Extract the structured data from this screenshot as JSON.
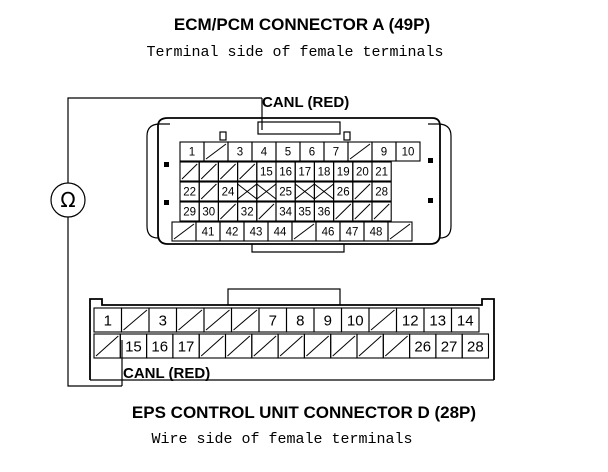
{
  "connector_a": {
    "title": "ECM/PCM CONNECTOR A (49P)",
    "subtitle": "Terminal side of female terminals",
    "wire_label": "CANL (RED)",
    "rows": [
      [
        "1",
        "/",
        "3",
        "4",
        "5",
        "6",
        "7",
        "/",
        "9",
        "10"
      ],
      [
        "/",
        "/",
        "/",
        "/",
        "15",
        "16",
        "17",
        "18",
        "19",
        "20",
        "21"
      ],
      [
        "22",
        "/",
        "24",
        "X",
        "X",
        "25",
        "X",
        "X",
        "26",
        "/",
        "28"
      ],
      [
        "29",
        "30",
        "/",
        "32",
        "/",
        "34",
        "35",
        "36",
        "/",
        "/",
        "/"
      ],
      [
        "/",
        "41",
        "42",
        "43",
        "44",
        "/",
        "46",
        "47",
        "48",
        "/"
      ]
    ]
  },
  "connector_d": {
    "title": "EPS CONTROL UNIT CONNECTOR D (28P)",
    "subtitle": "Wire side of female terminals",
    "wire_label": "CANL (RED)",
    "rows": [
      [
        "1",
        "/",
        "3",
        "/",
        "/",
        "/",
        "7",
        "8",
        "9",
        "10",
        "/",
        "12",
        "13",
        "14"
      ],
      [
        "/",
        "15",
        "16",
        "17",
        "/",
        "/",
        "/",
        "/",
        "/",
        "/",
        "/",
        "/",
        "26",
        "27",
        "28"
      ]
    ]
  },
  "meter": {
    "symbol": "Ω",
    "icon": "ohmmeter-icon"
  }
}
